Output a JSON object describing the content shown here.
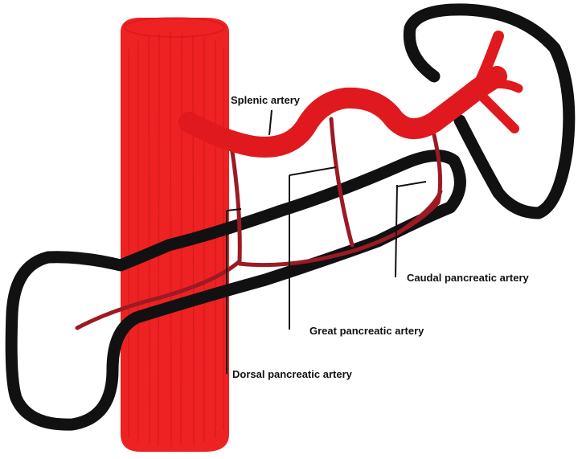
{
  "labels": {
    "splenic": "Splenic artery",
    "caudal": "Caudal pancreatic artery",
    "great": "Great pancreatic artery",
    "dorsal": "Dorsal pancreatic artery"
  },
  "colors": {
    "aorta": "#ee2222",
    "splenic_artery": "#e0191f",
    "pancreatic_branches": "#9c1a24",
    "organ_outline": "#111111",
    "label_text": "#111111"
  }
}
